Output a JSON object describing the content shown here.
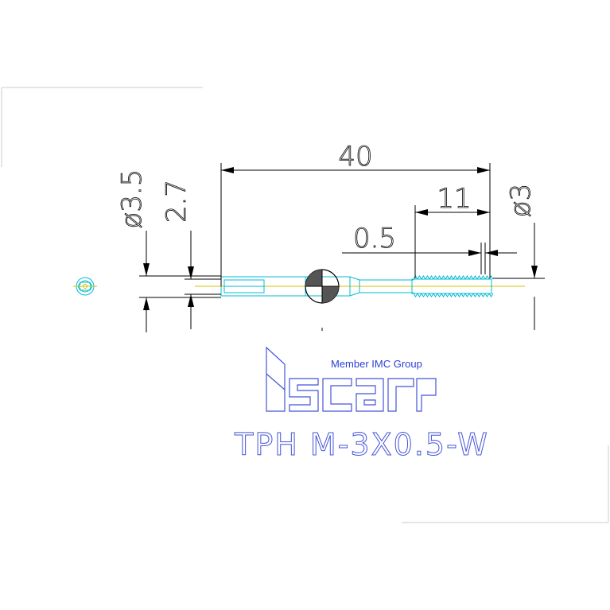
{
  "dimensions": {
    "overall_length": "40",
    "thread_length": "11",
    "chamfer": "0.5",
    "shank_diameter": "ø3.5",
    "square_size": "2.7",
    "thread_diameter": "ø3"
  },
  "logo": {
    "tagline": "Member IMC Group",
    "brand": "iscar"
  },
  "part_number": "TPH M-3X0.5-W",
  "colors": {
    "dimension": "#000000",
    "tool_outline": "#00bcd4",
    "center_line": "#d4c200",
    "logo": "#2b3fd6"
  }
}
